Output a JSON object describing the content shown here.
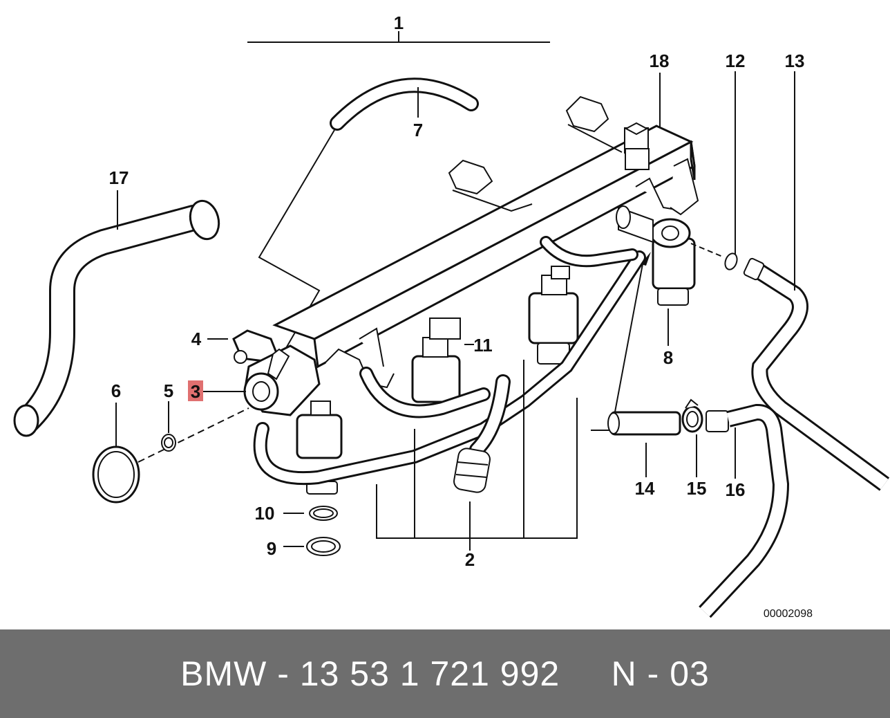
{
  "callouts": {
    "c1": "1",
    "c2": "2",
    "c3": "3",
    "c4": "4",
    "c5": "5",
    "c6": "6",
    "c7": "7",
    "c8": "8",
    "c9": "9",
    "c10": "10",
    "c11": "11",
    "c12": "12",
    "c13": "13",
    "c14": "14",
    "c15": "15",
    "c16": "16",
    "c17": "17",
    "c18": "18"
  },
  "highlighted_callout": "3",
  "highlight_color": "#e07070",
  "reference_number": "00002098",
  "footer": {
    "text": "BMW - 13 53 1 721 992     N - 03",
    "background": "#6e6e6e",
    "color": "#ffffff"
  }
}
